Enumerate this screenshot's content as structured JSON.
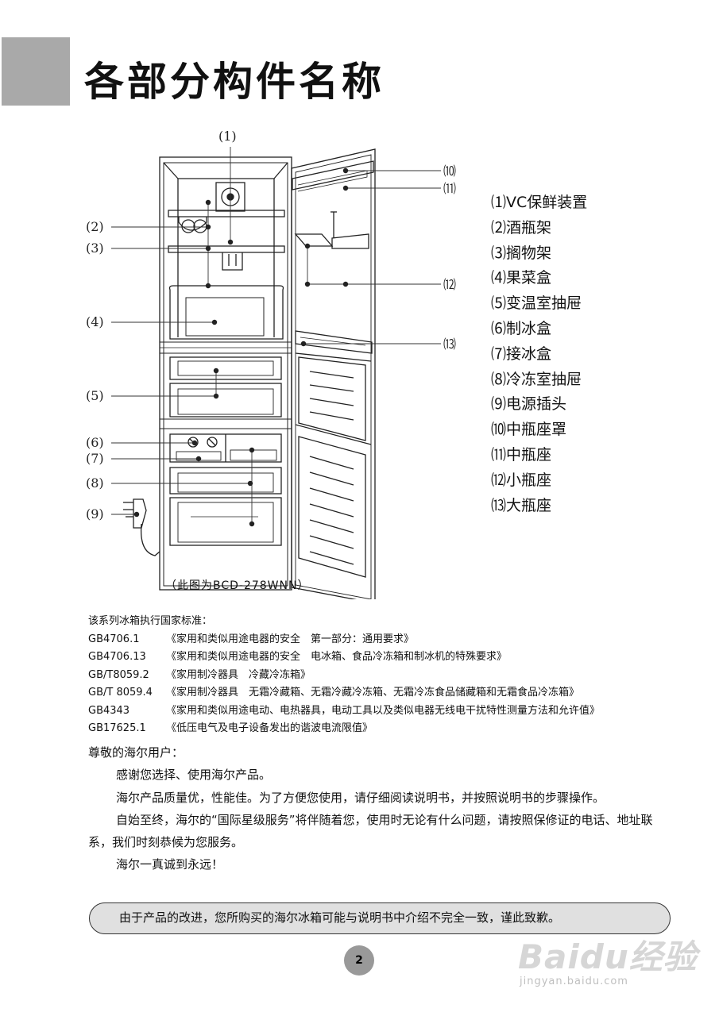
{
  "header": {
    "title": "各部分构件名称"
  },
  "diagram": {
    "callouts_left": [
      "(1)",
      "(2)",
      "(3)",
      "(4)",
      "(5)",
      "(6)",
      "(7)",
      "(8)",
      "(9)"
    ],
    "callouts_right": [
      "⑽",
      "⑾",
      "⑿",
      "⒀"
    ],
    "caption": "（此图为BCD-278WNN）"
  },
  "legend": {
    "items": [
      "⑴VC保鲜装置",
      "⑵酒瓶架",
      "⑶搁物架",
      "⑷果菜盒",
      "⑸变温室抽屉",
      "⑹制冰盒",
      "⑺接冰盒",
      "⑻冷冻室抽屉",
      "⑼电源插头",
      "⑽中瓶座罩",
      "⑾中瓶座",
      "⑿小瓶座",
      "⒀大瓶座"
    ]
  },
  "standards": {
    "intro": "该系列冰箱执行国家标准：",
    "rows": [
      {
        "code": "GB4706.1",
        "text": "《家用和类似用途电器的安全　第一部分：通用要求》"
      },
      {
        "code": "GB4706.13",
        "text": "《家用和类似用途电器的安全　电冰箱、食品冷冻箱和制冰机的特殊要求》"
      },
      {
        "code": "GB/T8059.2",
        "text": "《家用制冷器具　冷藏冷冻箱》"
      },
      {
        "code": "GB/T 8059.4",
        "text": "《家用制冷器具　无霜冷藏箱、无霜冷藏冷冻箱、无霜冷冻食品储藏箱和无霜食品冷冻箱》"
      },
      {
        "code": "GB4343",
        "text": "《家用和类似用途电动、电热器具，电动工具以及类似电器无线电干扰特性测量方法和允许值》"
      },
      {
        "code": "GB17625.1",
        "text": "《低压电气及电子设备发出的谐波电流限值》"
      }
    ]
  },
  "letter": {
    "greeting": "尊敬的海尔用户：",
    "p1": "感谢您选择、使用海尔产品。",
    "p2": "海尔产品质量优，性能佳。为了方便您使用，请仔细阅读说明书，并按照说明书的步骤操作。",
    "p3": "自始至终，海尔的“国际星级服务”将伴随着您，使用时无论有什么问题，请按照保修证的电话、地址联系，我们时刻恭候为您服务。",
    "p4": "海尔一真诚到永远！"
  },
  "notice": "由于产品的改进，您所购买的海尔冰箱可能与说明书中介绍不完全一致，谨此致歉。",
  "page_number": "2",
  "watermark": {
    "main": "Baidu经验",
    "sub": "jingyan.baidu.com"
  }
}
